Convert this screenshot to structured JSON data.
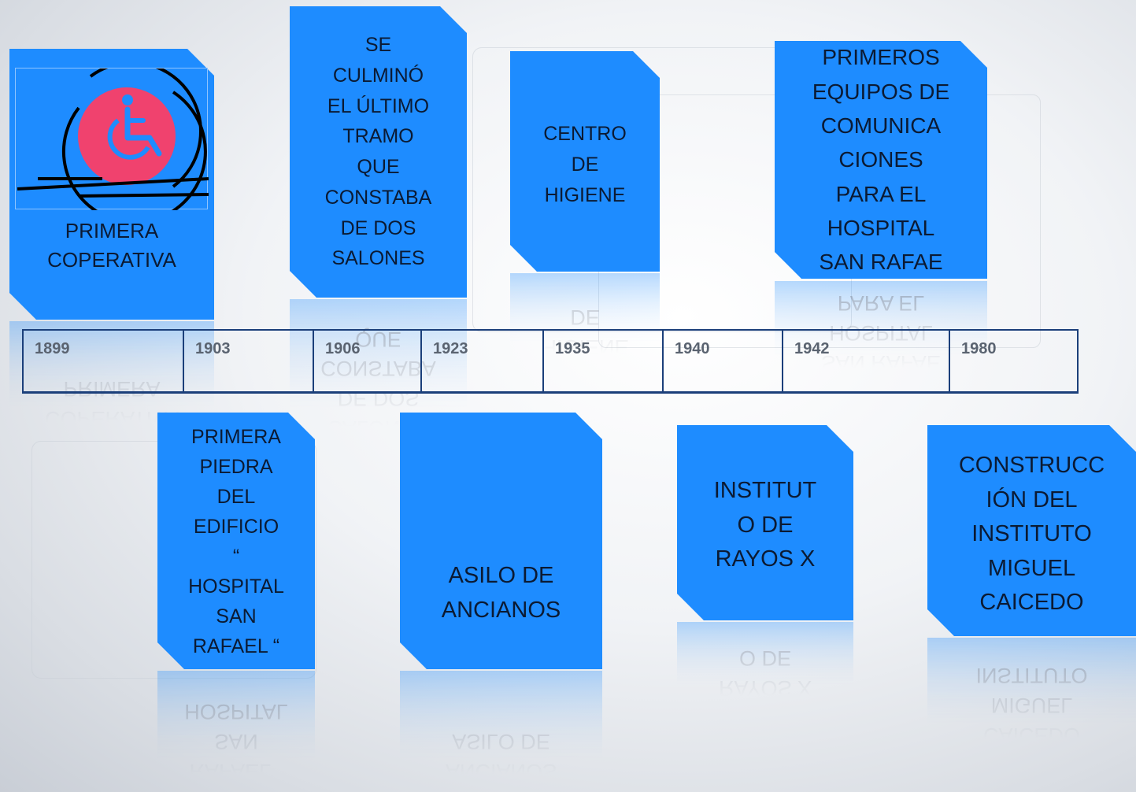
{
  "cards": {
    "c1899": "PRIMERA\nCOPERATIVA",
    "c1903": "PRIMERA\nPIEDRA\nDEL\nEDIFICIO\n“\nHOSPITAL\nSAN\nRAFAEL “",
    "c1906": "SE\nCULMINÓ\nEL ÚLTIMO\nTRAMO\nQUE\nCONSTABA\nDE DOS\nSALONES",
    "c1923": "ASILO DE\nANCIANOS",
    "c1935": "CENTRO\nDE\nHIGIENE",
    "c1940": "INSTITUT\nO DE\nRAYOS X",
    "c1942": "PRIMEROS\nEQUIPOS DE\nCOMUNICA\nCIONES\nPARA EL\nHOSPITAL\nSAN RAFAE",
    "c1980": "CONSTRUCC\nIÓN DEL\nINSTITUTO\nMIGUEL\nCAICEDO"
  },
  "reflections": {
    "r1899": "COPERATIVA\nPRIMERA",
    "r1903": "RAFAEL “\nSAN\nHOSPITAL",
    "r1906": "SALONES\nDE DOS\nCONSTABA\nQUE",
    "r1923": "ANCIANOS\nASILO DE",
    "r1935": "HIGIENE\nDE",
    "r1940": "RAYOS X\nO DE",
    "r1942": "SAN RAFAE\nHOSPITAL\nPARA EL",
    "r1980": "CAICEDO\nMIGUEL\nINSTITUTO"
  },
  "timeline": {
    "years": [
      "1899",
      "1903",
      "1906",
      "1923",
      "1935",
      "1940",
      "1942",
      "1980"
    ]
  },
  "colors": {
    "card": "#1e8cff",
    "timeline_border": "#1b3f7a",
    "logo_circle": "#f0426e"
  },
  "icons": {
    "logo": "wheelchair-accessibility-icon"
  }
}
